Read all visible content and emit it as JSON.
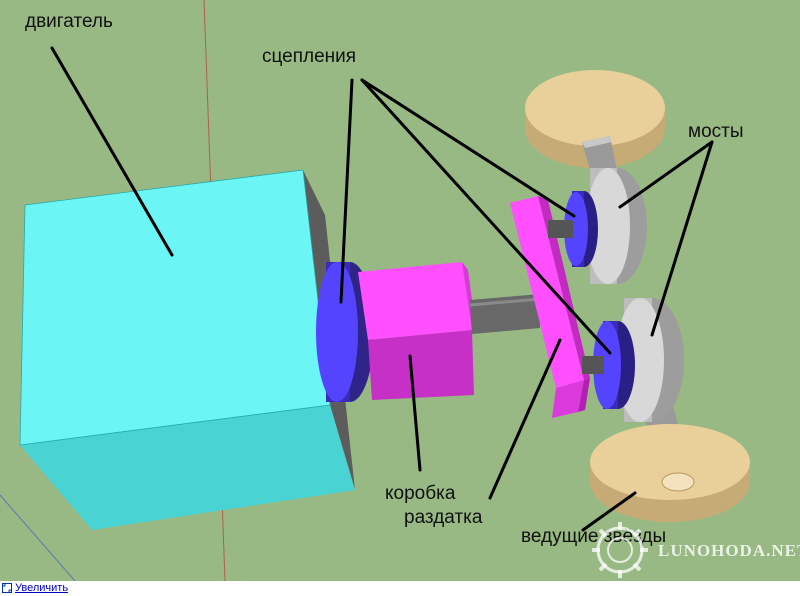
{
  "labels": {
    "engine": "двигатель",
    "clutches": "сцепления",
    "axles": "мосты",
    "gearbox_line1": "коробка",
    "gearbox_line2": "раздатка",
    "sprockets": "ведущие звёзды"
  },
  "watermark": "LUNOHODA.NET",
  "footer": {
    "zoom_link": "Увеличить"
  },
  "colors": {
    "background": "#98b984",
    "engine": "#66ffff",
    "gearbox": "#ff44ff",
    "clutch": "#4433ee",
    "axle": "#d4d4d4",
    "wheel": "#e8cc96",
    "shaft": "#6b6b6b"
  }
}
